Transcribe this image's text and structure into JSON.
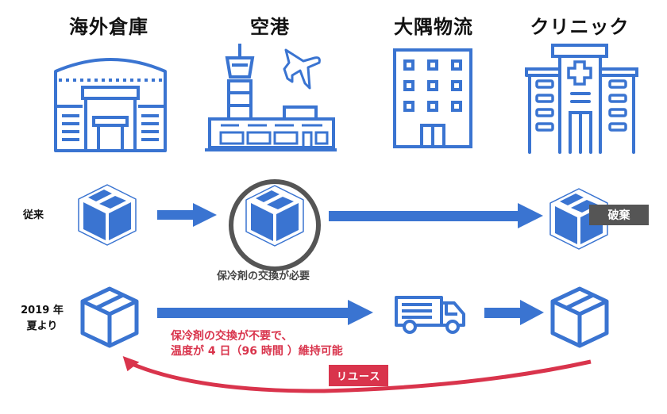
{
  "colors": {
    "primary_blue": "#3a74d1",
    "accent_red": "#d9344c",
    "dark_gray": "#555555",
    "text": "#111111"
  },
  "locations": [
    {
      "label": "海外倉庫",
      "icon": "warehouse-icon"
    },
    {
      "label": "空港",
      "icon": "airport-icon"
    },
    {
      "label": "大隅物流",
      "icon": "office-building-icon"
    },
    {
      "label": "クリニック",
      "icon": "hospital-icon"
    }
  ],
  "rows": {
    "conventional": {
      "label": "従来",
      "note": "保冷剤の交換が必要",
      "end_tag": "破棄"
    },
    "new": {
      "label_line1": "2019 年",
      "label_line2": "夏より",
      "note_line1": "保冷剤の交換が不要で、",
      "note_line2": "温度が 4 日（96 時間 ）維持可能",
      "reuse_tag": "リユース"
    }
  }
}
